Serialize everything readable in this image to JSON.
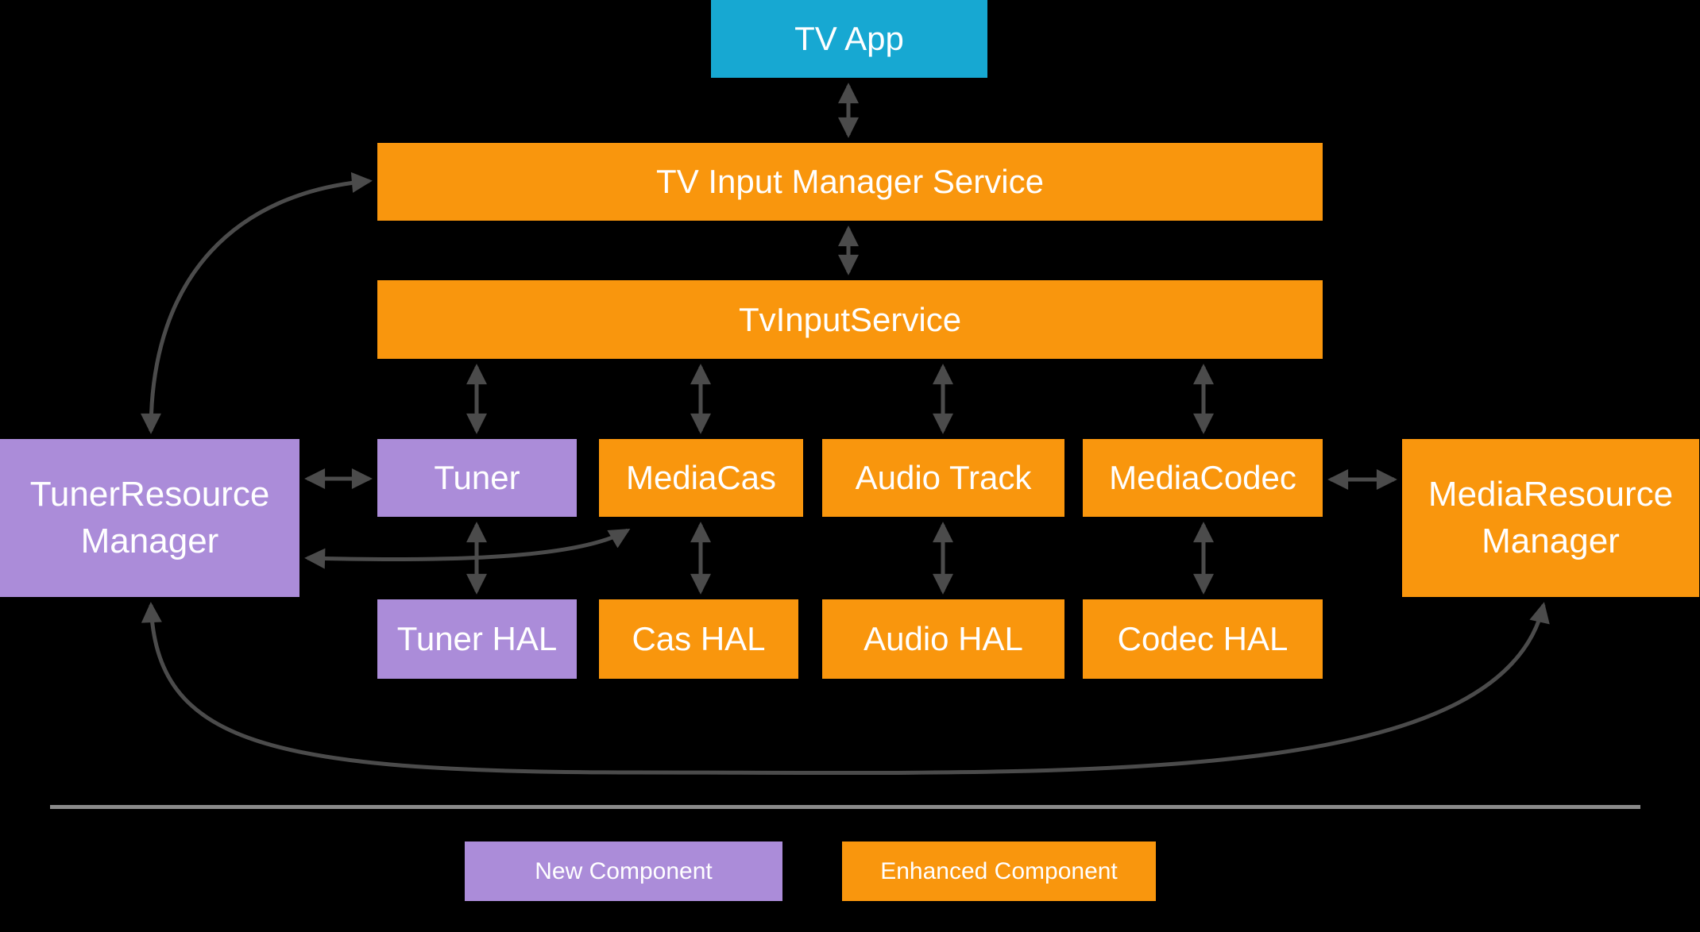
{
  "nodes": {
    "tv_app": {
      "label": "TV App"
    },
    "tv_input_manager_service": {
      "label": "TV Input Manager Service"
    },
    "tv_input_service": {
      "label": "TvInputService"
    },
    "tuner_resource_manager": {
      "label": "TunerResource\nManager"
    },
    "tuner": {
      "label": "Tuner"
    },
    "media_cas": {
      "label": "MediaCas"
    },
    "audio_track": {
      "label": "Audio Track"
    },
    "media_codec": {
      "label": "MediaCodec"
    },
    "media_resource_manager": {
      "label": "MediaResource\nManager"
    },
    "tuner_hal": {
      "label": "Tuner HAL"
    },
    "cas_hal": {
      "label": "Cas HAL"
    },
    "audio_hal": {
      "label": "Audio HAL"
    },
    "codec_hal": {
      "label": "Codec HAL"
    }
  },
  "legend": {
    "new_component": {
      "label": "New Component"
    },
    "enhanced_component": {
      "label": "Enhanced Component"
    }
  },
  "colors": {
    "background": "#000000",
    "app_component": "#17A8D2",
    "new_component": "#AB8CD9",
    "enhanced_component": "#F9960D",
    "arrow": "#4B4B4B",
    "separator": "#8A8A8A",
    "text": "#FFFFFF"
  }
}
